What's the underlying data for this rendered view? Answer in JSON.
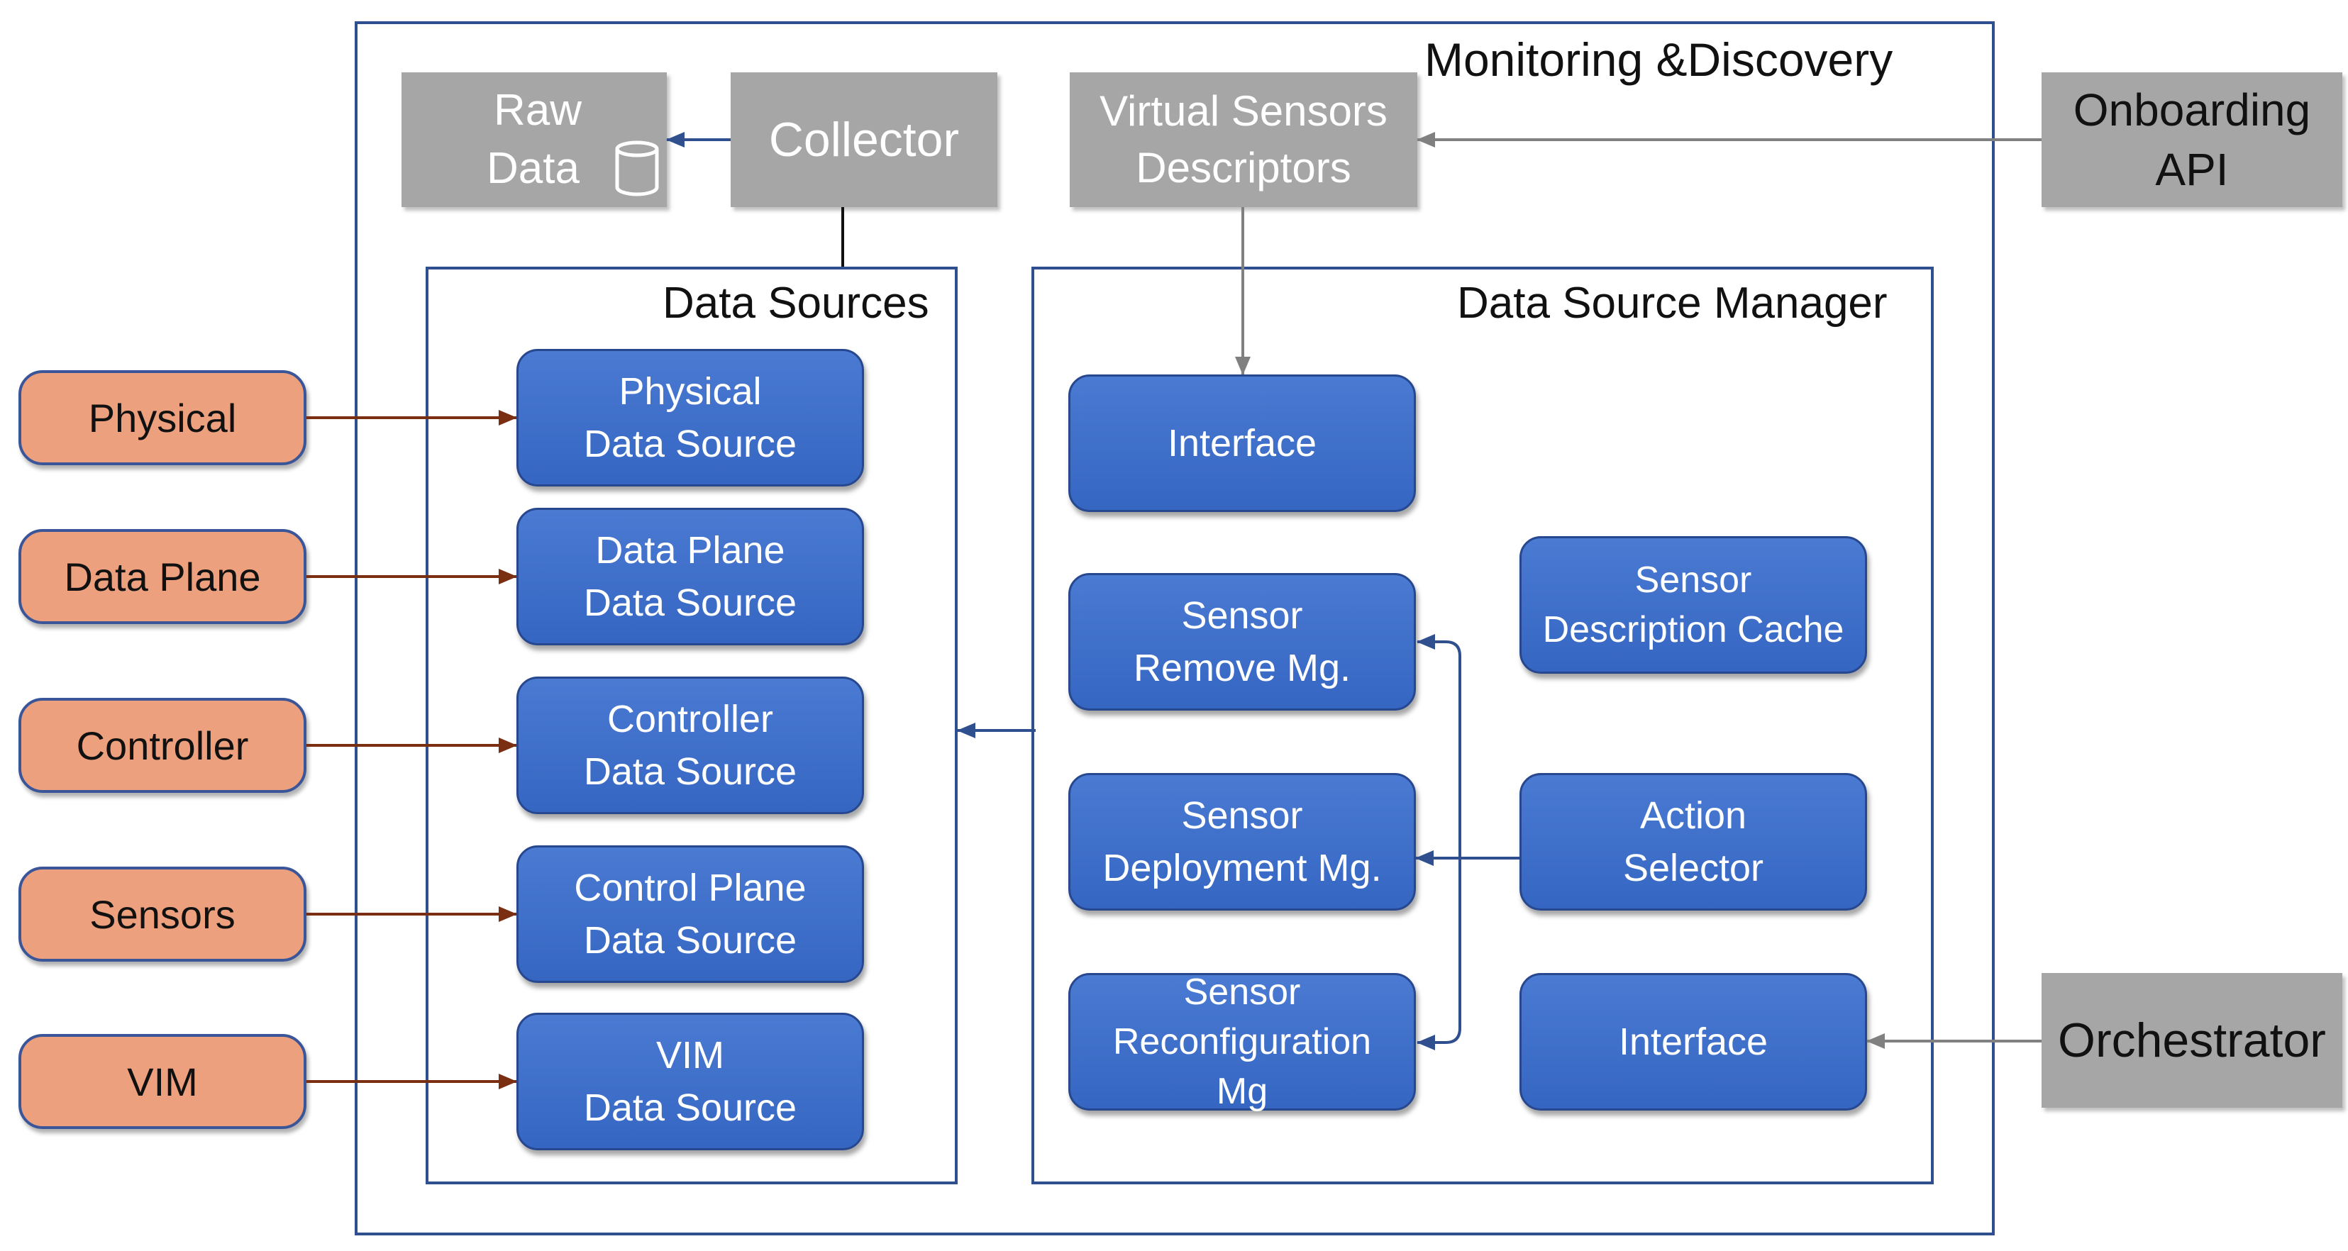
{
  "containers": {
    "monitoring": "Monitoring &Discovery",
    "data_sources": "Data Sources",
    "data_source_manager": "Data Source Manager"
  },
  "top_boxes": {
    "raw_data": [
      "Raw",
      "Data"
    ],
    "collector": "Collector",
    "virtual_sensors": [
      "Virtual Sensors",
      "Descriptors"
    ],
    "onboarding_api": [
      "Onboarding",
      "API"
    ],
    "orchestrator": "Orchestrator"
  },
  "external_sources": [
    "Physical",
    "Data Plane",
    "Controller",
    "Sensors",
    "VIM"
  ],
  "data_sources": [
    [
      "Physical",
      "Data Source"
    ],
    [
      "Data Plane",
      "Data Source"
    ],
    [
      "Controller",
      "Data Source"
    ],
    [
      "Control Plane",
      "Data Source"
    ],
    [
      "VIM",
      "Data Source"
    ]
  ],
  "manager_blocks": {
    "interface_top": "Interface",
    "sensor_remove": [
      "Sensor",
      "Remove Mg."
    ],
    "sensor_deployment": [
      "Sensor",
      "Deployment Mg."
    ],
    "sensor_reconfiguration": [
      "Sensor",
      "Reconfiguration",
      "Mg"
    ],
    "sensor_description_cache": [
      "Sensor",
      "Description Cache"
    ],
    "action_selector": [
      "Action",
      "Selector"
    ],
    "interface_bottom": "Interface"
  },
  "colors": {
    "frame": "#2F4F8F",
    "blue_block": "#3F70C8",
    "orange_block": "#EDA07D",
    "gray_block": "#A6A6A6",
    "brown_arrow": "#7A2E12",
    "gray_arrow": "#808080"
  },
  "icons": {
    "database": "database-icon"
  }
}
